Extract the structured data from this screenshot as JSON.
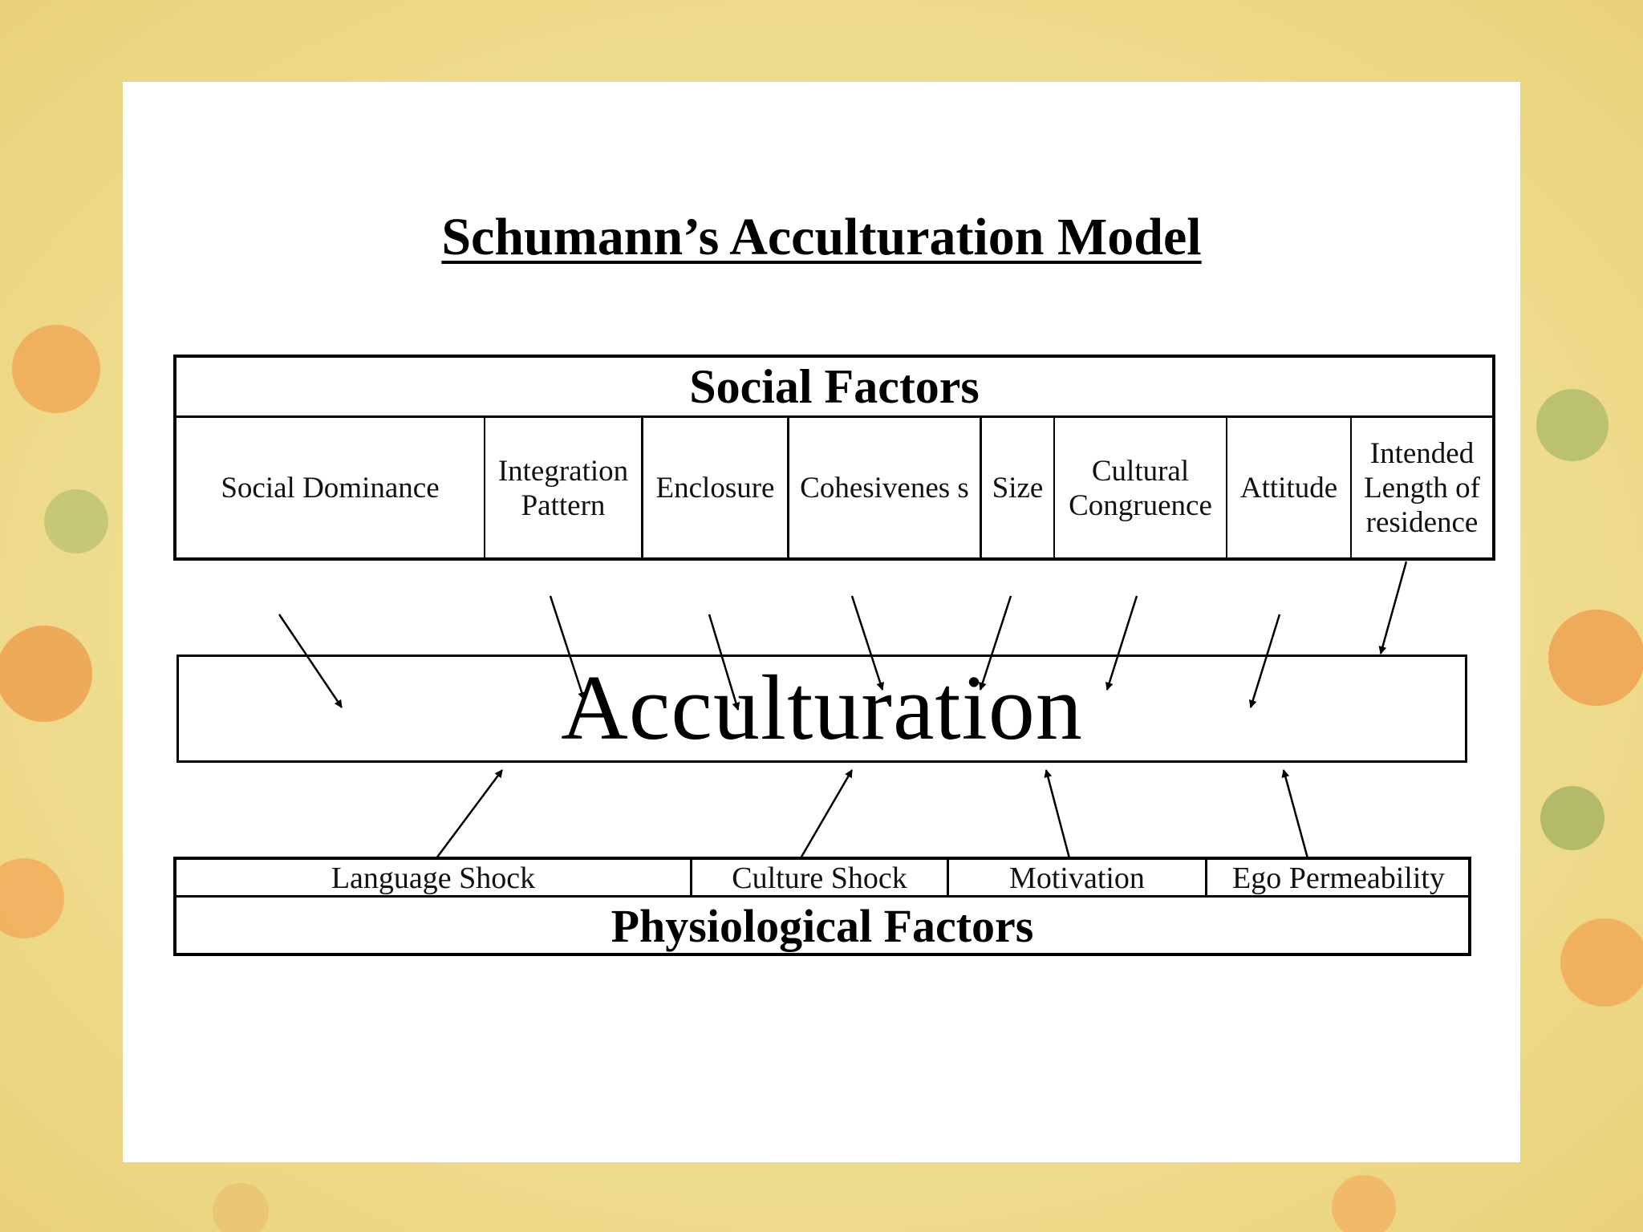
{
  "title": "Schumann’s Acculturation Model",
  "social": {
    "header": "Social Factors",
    "factors": [
      "Social Dominance",
      "Integration Pattern",
      "Enclosure",
      "Cohesivenes s",
      "Size",
      "Cultural Congruence",
      "Attitude",
      "Intended Length of residence"
    ]
  },
  "center": "Acculturation",
  "physiological": {
    "header": "Physiological Factors",
    "factors": [
      "Language Shock",
      "Culture Shock",
      "Motivation",
      "Ego Permeability"
    ]
  },
  "colors": {
    "background": "#f1df8f",
    "slide": "#ffffff",
    "lines": "#000000"
  }
}
